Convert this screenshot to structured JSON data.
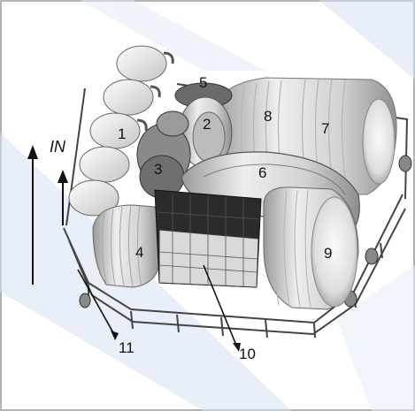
{
  "direction_label": "IN",
  "callouts": {
    "c1": "1",
    "c2": "2",
    "c3": "3",
    "c4": "4",
    "c5": "5",
    "c6": "6",
    "c7": "7",
    "c8": "8",
    "c9": "9",
    "c10": "10",
    "c11": "11"
  },
  "colors": {
    "background": "#ffffff",
    "watermark": "#c9d7ee",
    "rack_wire": "#444444",
    "dish": "#e4e4e4",
    "dish_shadow": "#a8a8a8",
    "basket": "#2b2b2b"
  }
}
